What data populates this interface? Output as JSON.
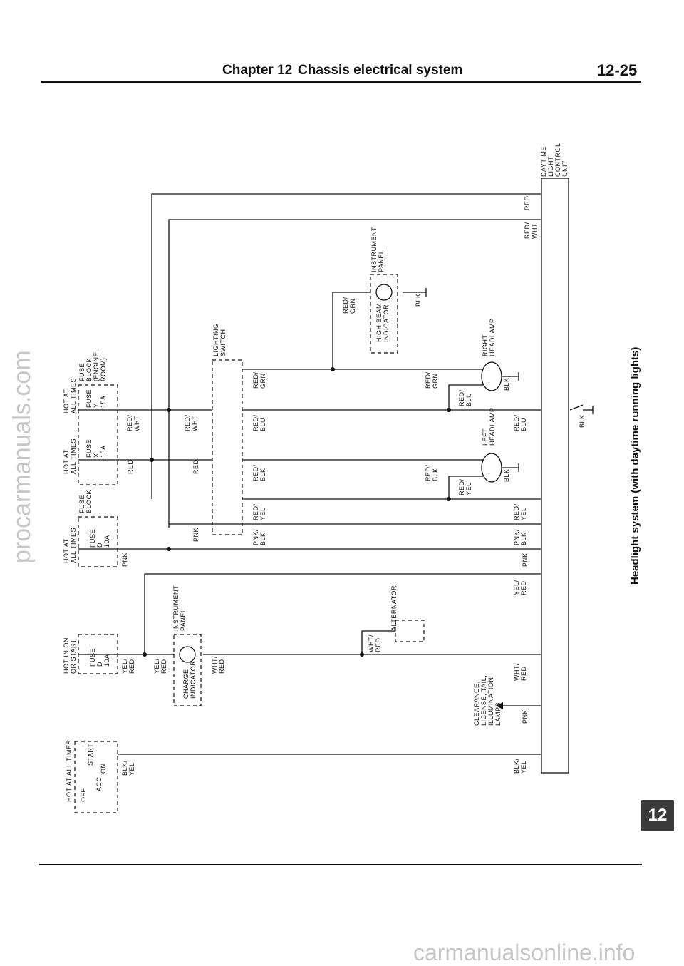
{
  "header": {
    "chapter": "Chapter 12",
    "chapter_title": "Chassis electrical system",
    "page_number": "12-25"
  },
  "figure_title": "Headlight system (with daytime running lights)",
  "chapter_tab": "12",
  "watermarks": {
    "left": "procarmanuals.com",
    "bottom": "carmanualsonline.info"
  },
  "components": {
    "drl_unit": "DAYTIME\nLIGHT\nCONTROL\nUNIT",
    "instrument_panel_top": "INSTRUMENT\nPANEL",
    "high_beam_indicator": "HIGH BEAM\nINDICATOR",
    "lighting_switch": "LIGHTING\nSWITCH",
    "right_headlamp": "RIGHT\nHEADLAMP",
    "left_headlamp": "LEFT\nHEADLAMP",
    "fuse_block_engine": "FUSE\nBLOCK\n(ENGINE\nROOM)",
    "fuse_block": "FUSE\nBLOCK",
    "hot_at_all_times": "HOT AT\nALL TIMES",
    "hot_in_on_or_start": "HOT IN ON\nOR START",
    "fuse_y": "FUSE\nY\n15A",
    "fuse_x": "FUSE\nX\n15A",
    "fuse_d_top": "FUSE\nD\n10A",
    "fuse_d_bottom": "FUSE\nD\n10A",
    "alternator": "ALTERNATOR",
    "instrument_panel_bottom": "INSTRUMENT\nPANEL",
    "charge_indicator": "CHARGE\nINDICATOR",
    "clearance_lamps": "CLEARANCE,\nLICENSE, TAIL,\nILLUMINATION\nLAMPS",
    "ignition_switch": "HOT AT ALL TIMES",
    "ign_start": "START",
    "ign_on": "ON",
    "ign_acc": "ACC",
    "ign_off": "OFF"
  },
  "wire_labels": {
    "red": "RED",
    "red_wht": "RED/\nWHT",
    "red_grn": "RED/\nGRN",
    "red_blu": "RED/\nBLU",
    "red_blk": "RED/\nBLK",
    "red_yel": "RED/\nYEL",
    "pnk_blk": "PNK/\nBLK",
    "pnk": "PNK",
    "yel_red": "YEL/\nRED",
    "wht_red": "WHT/\nRED",
    "blk_yel": "BLK/\nYEL",
    "blk": "BLK"
  }
}
